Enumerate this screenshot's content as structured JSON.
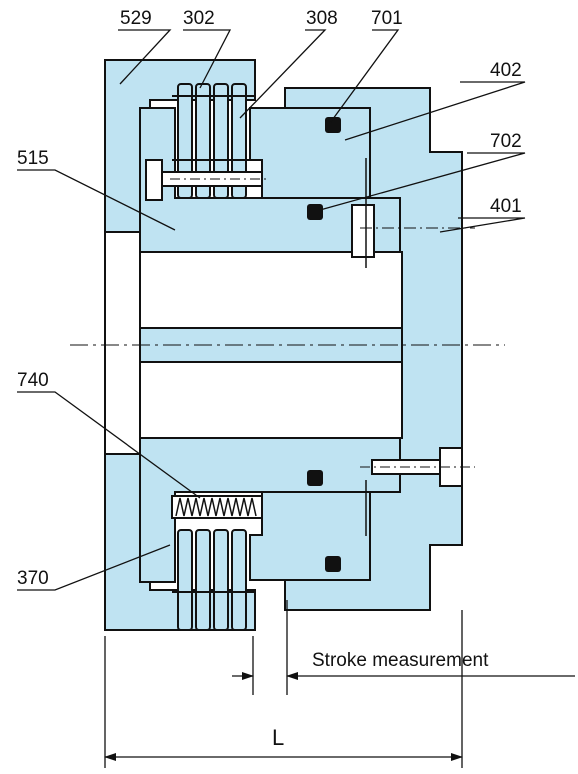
{
  "diagram": {
    "part_labels": {
      "p529": "529",
      "p302": "302",
      "p308": "308",
      "p701": "701",
      "p402": "402",
      "p515": "515",
      "p702": "702",
      "p401": "401",
      "p740": "740",
      "p370": "370"
    },
    "stroke_label": "Stroke measurement",
    "length_label": "L"
  },
  "colors": {
    "part_fill": "#bfe3f2",
    "outline": "#111111",
    "seal": "#111111",
    "background": "#ffffff"
  }
}
